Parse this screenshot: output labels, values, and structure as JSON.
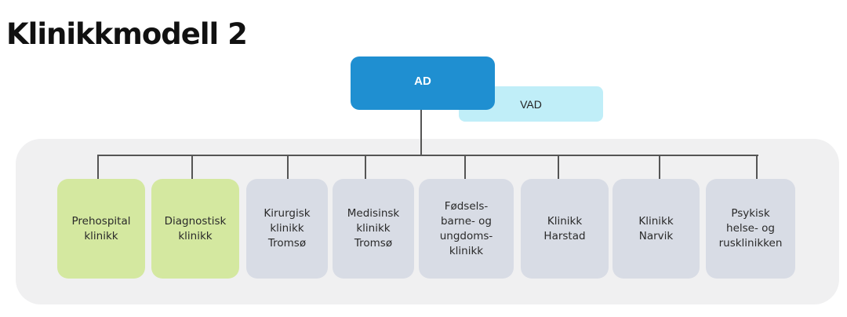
{
  "title": "Klinikkmodell 2",
  "colors": {
    "ad": "#1f8fd1",
    "vad": "#c0eef8",
    "highlight_clinic": "#d4e8a0",
    "clinic": "#d8dce5",
    "panel": "#f0f0f1",
    "connector": "#555555"
  },
  "top": {
    "ad": {
      "label": "AD"
    },
    "vad": {
      "label": "VAD"
    }
  },
  "clinics": [
    {
      "label": "Prehospital\nklinikk",
      "highlighted": true
    },
    {
      "label": "Diagnostisk\nklinikk",
      "highlighted": true
    },
    {
      "label": "Kirurgisk\nklinikk\nTromsø",
      "highlighted": false
    },
    {
      "label": "Medisinsk\nklinikk\nTromsø",
      "highlighted": false
    },
    {
      "label": "Fødsels-\nbarne- og\nungdoms-\nklinikk",
      "highlighted": false
    },
    {
      "label": "Klinikk\nHarstad",
      "highlighted": false
    },
    {
      "label": "Klinikk\nNarvik",
      "highlighted": false
    },
    {
      "label": "Psykisk\nhelse- og\nrusklinikken",
      "highlighted": false
    }
  ]
}
